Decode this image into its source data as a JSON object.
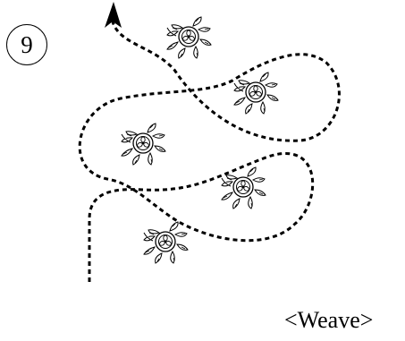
{
  "step": {
    "number": "9"
  },
  "caption": "<Weave>",
  "path": {
    "style": "dashed",
    "direction": "upward",
    "marker": "filled-arrowhead"
  },
  "obstacles": {
    "icon": "flower-wreath-icon",
    "count": 5
  },
  "colors": {
    "ink": "#000000",
    "background": "#ffffff"
  }
}
